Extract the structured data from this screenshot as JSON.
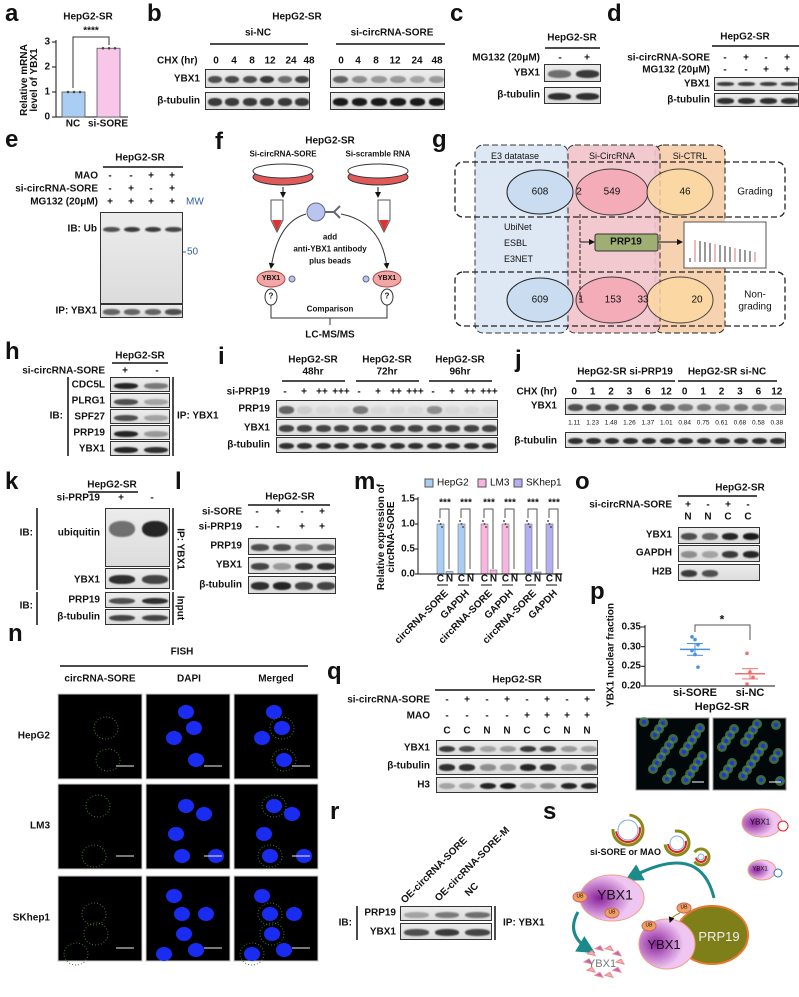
{
  "panel_labels": {
    "a": "a",
    "b": "b",
    "c": "c",
    "d": "d",
    "e": "e",
    "f": "f",
    "g": "g",
    "h": "h",
    "i": "i",
    "j": "j",
    "k": "k",
    "l": "l",
    "m": "m",
    "n": "n",
    "o": "o",
    "p": "p",
    "q": "q",
    "r": "r",
    "s": "s"
  },
  "b": {
    "cell": "HepG2-SR",
    "group1": "si-NC",
    "group2": "si-circRNA-SORE",
    "chx": "CHX (hr)",
    "times": [
      "0",
      "4",
      "8",
      "12",
      "24",
      "48",
      "0",
      "4",
      "8",
      "12",
      "24",
      "48"
    ],
    "rows": [
      "YBX1",
      "β-tubulin"
    ]
  },
  "c": {
    "cell": "HepG2-SR",
    "treatment": "MG132 (20μM)",
    "signs": [
      "-",
      "+"
    ],
    "rows": [
      "YBX1",
      "β-tubulin"
    ]
  },
  "d": {
    "cell": "HepG2-SR",
    "conditions": [
      {
        "label": "si-circRNA-SORE",
        "signs": [
          "-",
          "+",
          "-",
          "+"
        ]
      },
      {
        "label": "MG132 (20μM)",
        "signs": [
          "-",
          "-",
          "+",
          "+"
        ]
      }
    ],
    "rows": [
      "YBX1",
      "β-tubulin"
    ]
  },
  "e": {
    "cell": "HepG2-SR",
    "conditions": [
      {
        "label": "MAO",
        "signs": [
          "-",
          "-",
          "+",
          "+"
        ]
      },
      {
        "label": "si-circRNA-SORE",
        "signs": [
          "-",
          "+",
          "-",
          "+"
        ]
      },
      {
        "label": "MG132 (20μM)",
        "signs": [
          "+",
          "+",
          "+",
          "+"
        ]
      }
    ],
    "mw": "MW",
    "marker": "50",
    "ib": "IB: Ub",
    "ip": "IP: YBX1"
  },
  "f": {
    "cell": "HepG2-SR",
    "left": "Si-circRNA-SORE",
    "right": "Si-scramble RNA",
    "add": [
      "add",
      "anti-YBX1 antibody",
      "plus beads"
    ],
    "protein": "YBX1",
    "unknown": "?",
    "comparison": "Comparison",
    "method": "LC-MS/MS"
  },
  "g": {
    "columns": [
      "E3 datatase",
      "Si-CircRNA",
      "Si-CTRL"
    ],
    "grading": "Grading",
    "non_grading": [
      "Non-",
      "grading"
    ],
    "grading_counts": {
      "e3": "608",
      "overlap": "2",
      "circ": "549",
      "ctrl": "46"
    },
    "non_grading_counts": {
      "e3": "609",
      "overlap_e3": "1",
      "circ": "153",
      "overlap_ctrl": "33",
      "ctrl": "20"
    },
    "databases": [
      "UbiNet",
      "ESBL",
      "E3NET"
    ],
    "hit": "PRP19"
  },
  "h": {
    "cell": "HepG2-SR",
    "condition": "si-circRNA-SORE",
    "signs": [
      "+",
      "-"
    ],
    "rows": [
      "CDC5L",
      "PLRG1",
      "SPF27",
      "PRP19",
      "YBX1"
    ],
    "ib": "IB:",
    "ip": "IP: YBX1"
  },
  "i": {
    "groups": [
      {
        "cell": "HepG2-SR",
        "time": "48hr"
      },
      {
        "cell": "HepG2-SR",
        "time": "72hr"
      },
      {
        "cell": "HepG2-SR",
        "time": "96hr"
      }
    ],
    "condition": "si-PRP19",
    "signs": [
      "-",
      "+",
      "++",
      "+++",
      "-",
      "+",
      "++",
      "+++",
      "-",
      "+",
      "++",
      "+++"
    ],
    "rows": [
      "PRP19",
      "YBX1",
      "β-tubulin"
    ]
  },
  "j": {
    "groups": [
      "HepG2-SR si-PRP19",
      "HepG2-SR si-NC"
    ],
    "chx": "CHX (hr)",
    "times": [
      "0",
      "1",
      "2",
      "3",
      "6",
      "12",
      "0",
      "1",
      "2",
      "3",
      "6",
      "12"
    ],
    "quant": [
      "1.11",
      "1.23",
      "1.48",
      "1.26",
      "1.37",
      "1.01",
      "0.84",
      "0.75",
      "0.61",
      "0.68",
      "0.58",
      "0.38"
    ],
    "rows": [
      "YBX1",
      "β-tubulin"
    ]
  },
  "k": {
    "cell": "HepG2-SR",
    "condition": "si-PRP19",
    "signs": [
      "+",
      "-"
    ],
    "rows": [
      "ubiquitin",
      "YBX1",
      "PRP19",
      "β-tubulin"
    ],
    "ib": "IB:",
    "ip": "IP: YBX1",
    "input": "Input"
  },
  "l": {
    "cell": "HepG2-SR",
    "conditions": [
      {
        "label": "si-SORE",
        "signs": [
          "-",
          "+",
          "-",
          "+"
        ]
      },
      {
        "label": "si-PRP19",
        "signs": [
          "-",
          "-",
          "+",
          "+"
        ]
      }
    ],
    "rows": [
      "PRP19",
      "YBX1",
      "β-tubulin"
    ]
  },
  "n": {
    "title": "FISH",
    "columns": [
      "circRNA-SORE",
      "DAPI",
      "Merged"
    ],
    "rows": [
      "HepG2",
      "LM3",
      "SKhep1"
    ]
  },
  "o": {
    "cell": "HepG2-SR",
    "condition": "si-circRNA-SORE",
    "signs": [
      "+",
      "-",
      "+",
      "-"
    ],
    "fractions": [
      "N",
      "N",
      "C",
      "C"
    ],
    "rows": [
      "YBX1",
      "GAPDH",
      "H2B"
    ]
  },
  "p": {
    "cell": "HepG2-SR"
  },
  "q": {
    "cell": "HepG2-SR",
    "conditions": [
      {
        "label": "si-circRNA-SORE",
        "signs": [
          "-",
          "+",
          "-",
          "+",
          "-",
          "+",
          "-",
          "+"
        ]
      },
      {
        "label": "MAO",
        "signs": [
          "-",
          "-",
          "-",
          "-",
          "+",
          "+",
          "+",
          "+"
        ]
      }
    ],
    "fractions": [
      "C",
      "C",
      "N",
      "N",
      "C",
      "C",
      "N",
      "N"
    ],
    "rows": [
      "YBX1",
      "β-tubulin",
      "H3"
    ]
  },
  "r": {
    "lanes": [
      "OE-circRNA-SORE",
      "OE-circRNA-SORE-M",
      "NC"
    ],
    "rows": [
      "PRP19",
      "YBX1"
    ],
    "ib": "IB:",
    "ip": "IP: YBX1"
  },
  "s": {
    "treatment": "si-SORE or MAO",
    "ybx1": "YBX1",
    "prp19": "PRP19",
    "ub": "UB"
  },
  "chart_data": [
    {
      "type": "bar",
      "title": "HepG2-SR",
      "categories": [
        "NC",
        "si-SORE"
      ],
      "values": [
        1.0,
        2.75
      ],
      "ylabel": "Relative mRNA level of YBX1",
      "ylim": [
        0,
        3
      ],
      "yticks": [
        "0",
        "1",
        "2",
        "3"
      ],
      "annotation": "****",
      "colors": [
        "#a9cdf3",
        "#f7c6e8"
      ]
    },
    {
      "type": "bar",
      "ylabel": "Relative expression of circRNA-SORE",
      "ylim": [
        0,
        1.5
      ],
      "yticks": [
        "0.0",
        "0.5",
        "1.0",
        "1.5"
      ],
      "groups": [
        "circRNA-SORE",
        "GAPDH"
      ],
      "fractions": [
        "C",
        "N"
      ],
      "annotation": "***",
      "series": [
        {
          "name": "HepG2",
          "color": "#a9cdf3",
          "values": [
            1.0,
            0.05,
            1.0,
            0.01
          ]
        },
        {
          "name": "LM3",
          "color": "#f6b6e0",
          "values": [
            1.0,
            0.08,
            1.0,
            0.01
          ]
        },
        {
          "name": "SKhep1",
          "color": "#b3aef0",
          "values": [
            1.0,
            0.04,
            1.0,
            0.01
          ]
        }
      ]
    },
    {
      "type": "scatter",
      "ylabel": "YBX1 nuclear fraction",
      "xlabel": "HepG2-SR",
      "categories": [
        "si-SORE",
        "si-NC"
      ],
      "points": [
        [
          0.325,
          0.318,
          0.305,
          0.29,
          0.28,
          0.248
        ],
        [
          0.283,
          0.235,
          0.222,
          0.205
        ]
      ],
      "mean": [
        0.293,
        0.231
      ],
      "sem": [
        0.015,
        0.013
      ],
      "ylim": [
        0.2,
        0.35
      ],
      "yticks": [
        "0.20",
        "0.25",
        "0.30",
        "0.35"
      ],
      "annotation": "*",
      "colors": [
        "#4a90e2",
        "#f07070"
      ]
    }
  ]
}
